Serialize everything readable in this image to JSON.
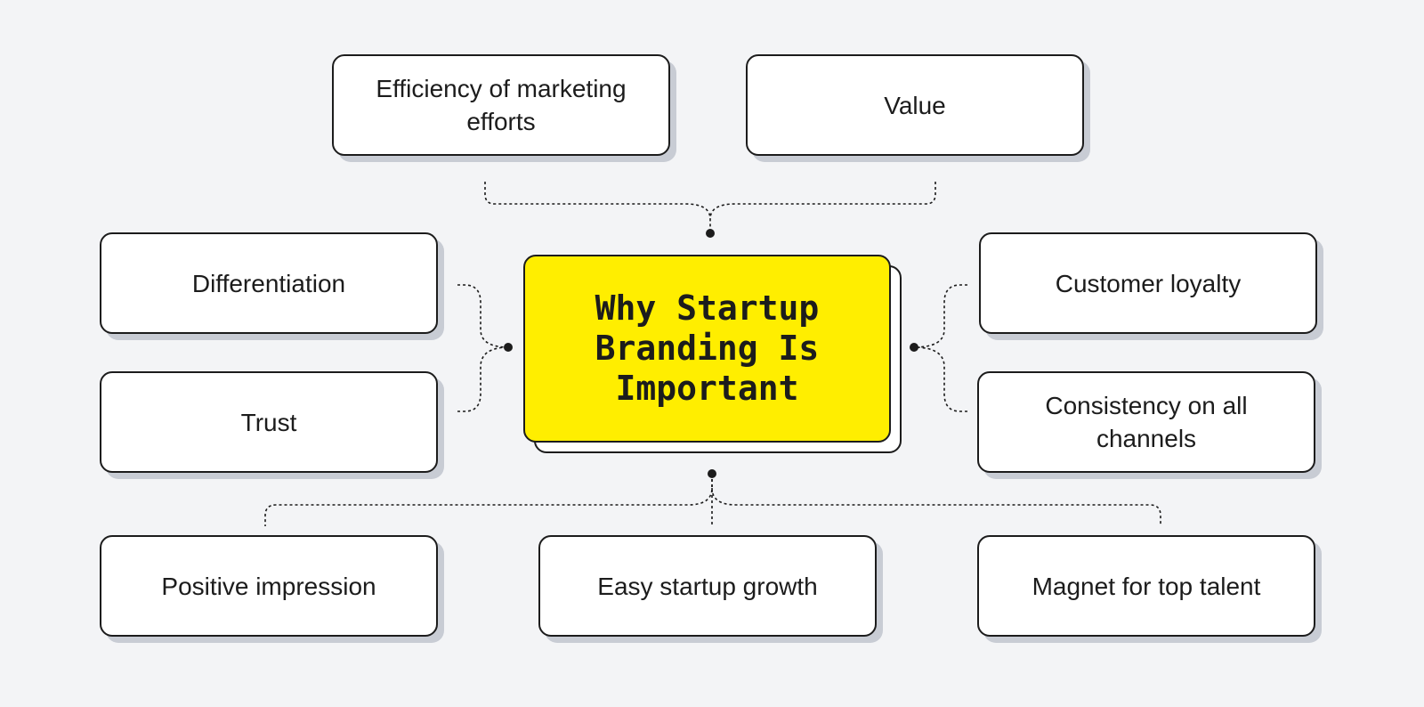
{
  "diagram": {
    "center_title": "Why Startup Branding Is Important",
    "nodes": {
      "efficiency": "Efficiency of marketing efforts",
      "value": "Value",
      "differentiation": "Differentiation",
      "trust": "Trust",
      "customer_loyalty": "Customer loyalty",
      "consistency": "Consistency on all channels",
      "positive_impression": "Positive impression",
      "easy_growth": "Easy startup growth",
      "magnet_talent": "Magnet for top talent"
    },
    "colors": {
      "background": "#f3f4f6",
      "center_fill": "#ffee00",
      "card_fill": "#ffffff",
      "outline": "#1c1c1c",
      "card_shadow": "#c8ccd4"
    }
  }
}
